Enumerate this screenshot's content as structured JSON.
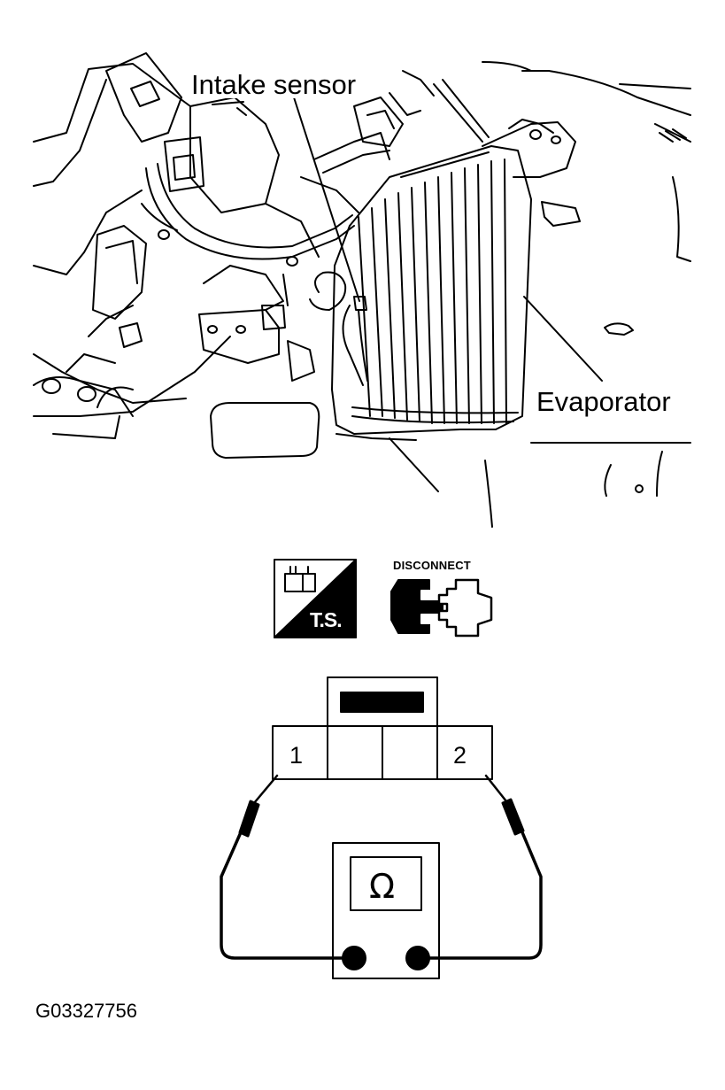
{
  "labels": {
    "intake_sensor": "Intake sensor",
    "evaporator": "Evaporator",
    "disconnect": "DISCONNECT",
    "ts": "T.S.",
    "terminal_1": "1",
    "terminal_2": "2",
    "ohmmeter_symbol": "Ω",
    "figure_code": "G03327756"
  },
  "icons": [
    "connector-ts-icon",
    "disconnect-icon",
    "ohmmeter-icon"
  ],
  "colors": {
    "line": "#000000",
    "background": "#ffffff"
  }
}
